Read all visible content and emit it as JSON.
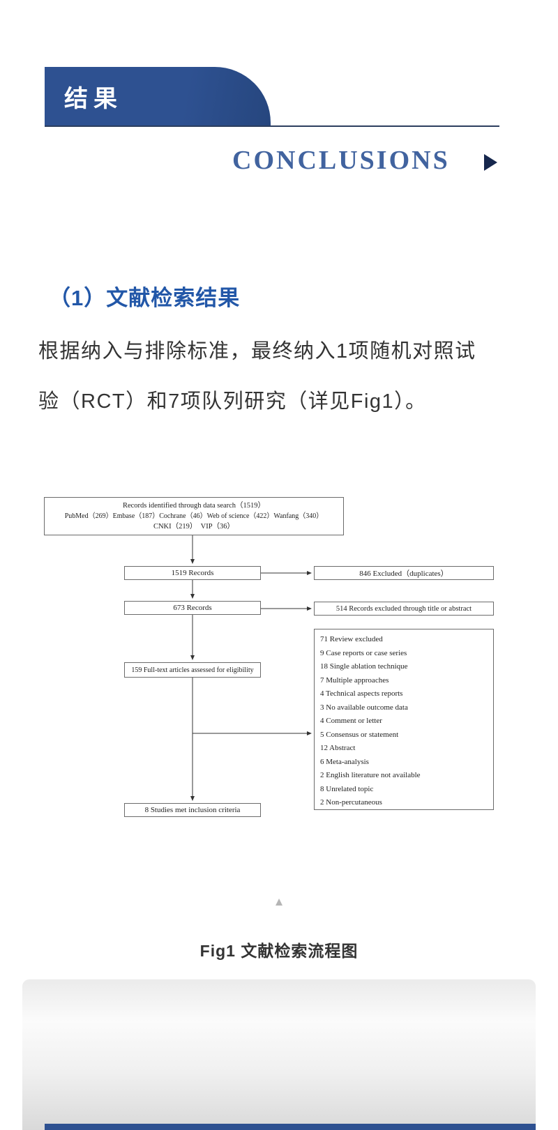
{
  "page": {
    "banner_title": "结果",
    "conclusions_label": "CONCLUSIONS"
  },
  "section": {
    "heading": "（1）文献检索结果",
    "body_line1": "根据纳入与排除标准，最终纳入1项随机对照试",
    "body_line2": "验（RCT）和7项队列研究（详见Fig1）。"
  },
  "figure": {
    "collapse_icon": "▲",
    "caption": "Fig1 文献检索流程图"
  },
  "flowchart": {
    "identified": {
      "line1": "Records identified through data search（1519）",
      "line2": "PubMed（269）Embase（187）Cochrane（46）Web of science（422）Wanfang（340）",
      "line3": "CNKI（219）　VIP（36）"
    },
    "records_1519": "1519 Records",
    "excluded_duplicates": "846 Excluded（duplicates）",
    "records_673": "673 Records",
    "excluded_title_abstract": "514 Records excluded through title or abstract",
    "fulltext_assessed": "159 Full-text articles assessed for eligibility",
    "exclusion_reasons": [
      "71 Review excluded",
      "9 Case reports or case series",
      "18 Single ablation technique",
      "7 Multiple approaches",
      "4 Technical aspects reports",
      "3 No available outcome data",
      "4 Comment or letter",
      "5 Consensus or statement",
      "12 Abstract",
      "6 Meta-analysis",
      "2 English literature not available",
      "8 Unrelated topic",
      "2 Non-percutaneous"
    ],
    "included": "8 Studies met inclusion criteria"
  },
  "colors": {
    "banner_blue": "#2e5191",
    "heading_blue": "#2257a8",
    "conclusions_blue": "#41639f",
    "underline_navy": "#2c3e5e",
    "body_text": "#333333",
    "triangle_gray": "#b5b5b5"
  }
}
